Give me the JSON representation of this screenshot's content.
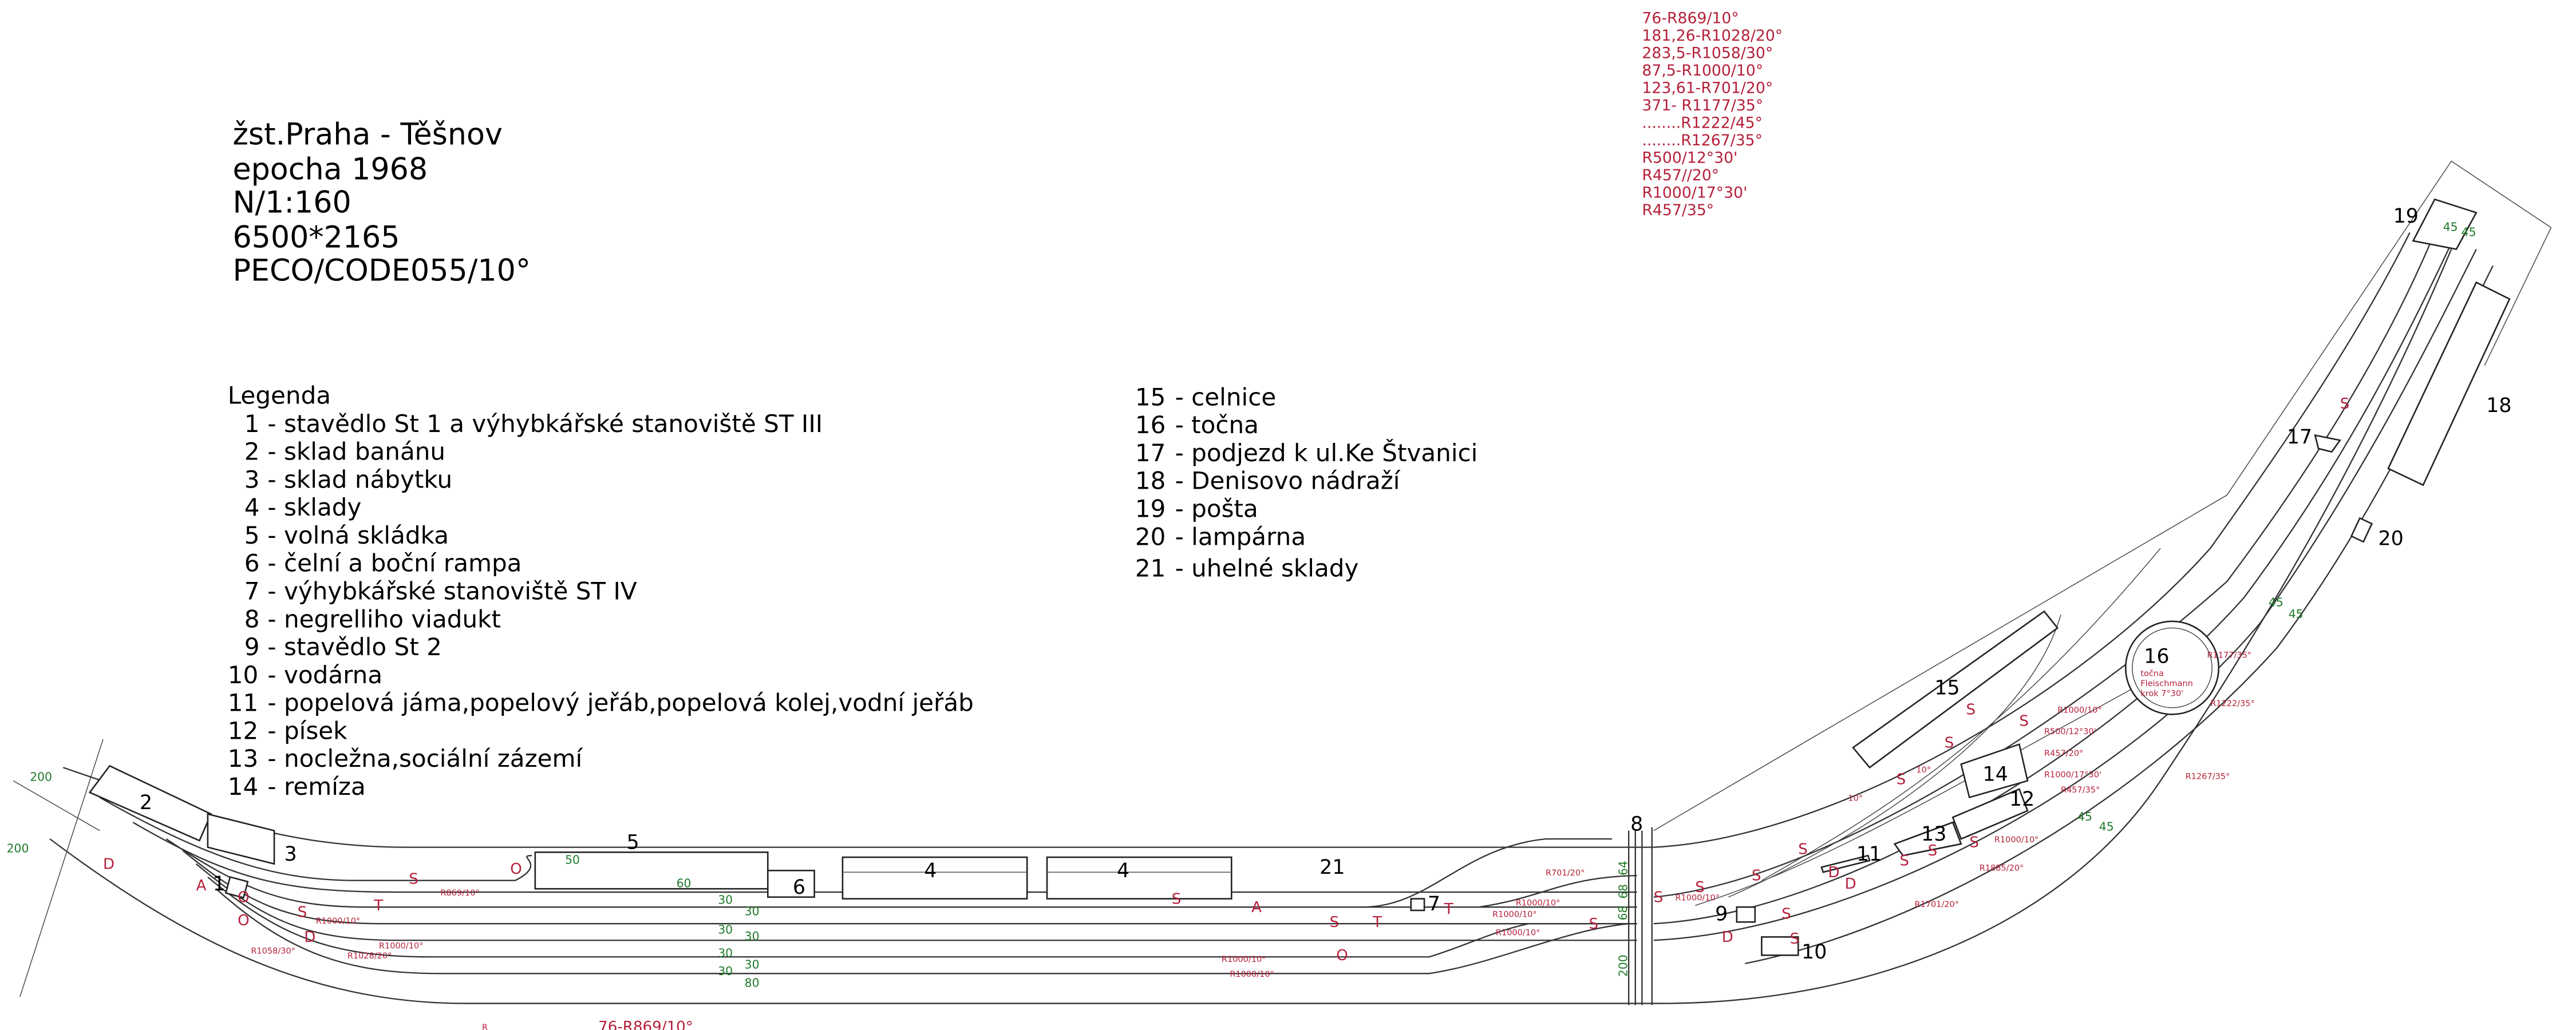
{
  "title": {
    "lines": [
      "žst.Praha - Těšnov",
      "epocha 1968",
      "N/1:160",
      "6500*2165",
      "PECO/CODE055/10°"
    ]
  },
  "turnout_list": [
    "76-R869/10°",
    "181,26-R1028/20°",
    "283,5-R1058/30°",
    "87,5-R1000/10°",
    "123,61-R701/20°",
    "371- R1177/35°",
    "........R1222/45°",
    "........R1267/35°",
    "R500/12°30'",
    "R457//20°",
    "R1000/17°30'",
    "R457/35°"
  ],
  "legend": {
    "heading": "Legenda",
    "items": [
      {
        "num": "1",
        "text": "- stavědlo St 1 a výhybkářské stanoviště ST III"
      },
      {
        "num": "2",
        "text": "- sklad banánu"
      },
      {
        "num": "3",
        "text": "- sklad nábytku"
      },
      {
        "num": "4",
        "text": "- sklady"
      },
      {
        "num": "5",
        "text": "- volná skládka"
      },
      {
        "num": "6",
        "text": "- čelní a boční rampa"
      },
      {
        "num": "7",
        "text": "- výhybkářské stanoviště ST IV"
      },
      {
        "num": "8",
        "text": "- negrelliho viadukt"
      },
      {
        "num": "9",
        "text": " - stavědlo St 2"
      },
      {
        "num": "10",
        "text": " - vodárna"
      },
      {
        "num": "11",
        "text": " - popelová jáma,popelový jeřáb,popelová kolej,vodní jeřáb"
      },
      {
        "num": "12",
        "text": " - písek"
      },
      {
        "num": "13",
        "text": " - nocležna,sociální zázemí"
      },
      {
        "num": "14",
        "text": " - remíza"
      },
      {
        "num": "15",
        "text": " - celnice"
      },
      {
        "num": "16",
        "text": " - točna"
      },
      {
        "num": "17",
        "text": " - podjezd k ul.Ke Štvanici"
      },
      {
        "num": "18",
        "text": " - Denisovo nádraží"
      },
      {
        "num": "19",
        "text": " - pošta"
      },
      {
        "num": "20",
        "text": " - lampárna"
      },
      {
        "num": "21",
        "text": " - uhelné sklady"
      }
    ]
  },
  "plan": {
    "building_numbers": [
      "1",
      "2",
      "3",
      "4",
      "4",
      "5",
      "6",
      "7",
      "8",
      "9",
      "10",
      "11",
      "12",
      "13",
      "14",
      "15",
      "16",
      "17",
      "18",
      "19",
      "20",
      "21"
    ],
    "turntable_note": [
      "točna",
      "Fleischmann",
      "krok 7°30'"
    ],
    "signal_letters": [
      "D",
      "A",
      "O",
      "O",
      "S",
      "D",
      "S",
      "T",
      "O",
      "S",
      "A",
      "S",
      "T",
      "O",
      "T",
      "S",
      "S",
      "S",
      "S",
      "S",
      "D",
      "D",
      "D",
      "S",
      "S",
      "S",
      "S",
      "S",
      "S",
      "S",
      "S",
      "S",
      "S"
    ],
    "radius_labels": [
      "R869/10°",
      "R1000/10°",
      "R1000/10°",
      "R1058/30°",
      "R1028/20°",
      "R1000/10°",
      "R1000/10°",
      "R701/20°",
      "R1000/10°",
      "R1000/10°",
      "R1000/10°",
      "R1000/10°",
      "R1000/10°",
      "R500/12°30'",
      "R457/20°",
      "R1000/17°30'",
      "R457/35°",
      "R1000/10°",
      "R1885/20°",
      "R1701/20°",
      "10°",
      "10°",
      "R1177/35°",
      "R1222/35°",
      "R1267/35°"
    ],
    "lengths": [
      "200",
      "200",
      "50",
      "60",
      "30",
      "30",
      "30",
      "30",
      "30",
      "30",
      "30",
      "80",
      "64",
      "68",
      "68",
      "200",
      "45",
      "45",
      "45",
      "45",
      "45",
      "45"
    ],
    "bottom_label": "76-R869/10°",
    "bottom_mark": "R"
  },
  "colors": {
    "annotation_red": "#b5203a",
    "length_green": "#1f7a2a"
  }
}
